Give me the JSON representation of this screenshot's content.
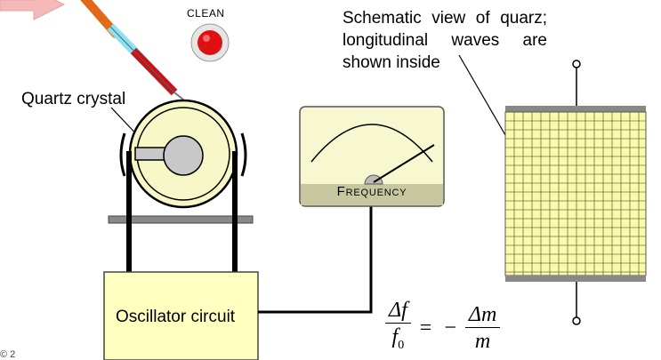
{
  "labels": {
    "schematic_caption": [
      "Schematic view of quarz;",
      "longitudinal waves are",
      "shown inside"
    ],
    "quartz_crystal": "Quartz crystal",
    "oscillator_circuit": "Oscillator circuit",
    "clean_button": "CLEAN",
    "frequency_meter": "Frequency",
    "copyright": "© 2",
    "formula": {
      "lhs_numerator": "Δf",
      "lhs_denominator": "f",
      "lhs_subscript": "0",
      "equals": "=",
      "minus": "−",
      "rhs_numerator": "Δm",
      "rhs_denominator": "m"
    }
  },
  "colors": {
    "crystal_fill": "#f7f7c8",
    "oscillator_fill": "#ffffc0",
    "meter_face": "#f7f7d0",
    "meter_band": "#c8c8a0",
    "grid_fill": "#fafaa8",
    "clean_button": "#dd1111",
    "pipette_tip": "#cc1111",
    "pipette_body": "#7ad3e8",
    "arrow_fill": "#f6b9b9"
  },
  "icons": [
    "clean-button-icon",
    "pipette-icon",
    "arrow-icon"
  ]
}
